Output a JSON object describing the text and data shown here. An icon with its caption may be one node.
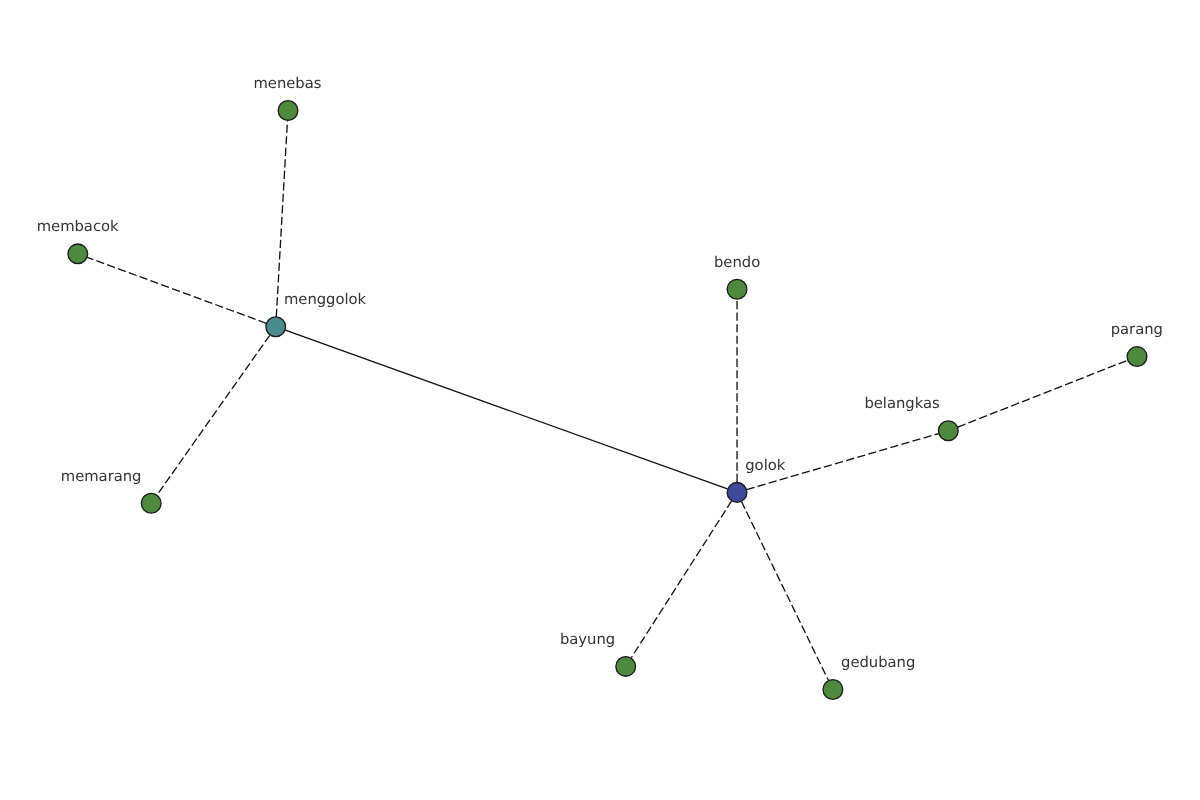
{
  "diagram": {
    "nodes": [
      {
        "text": [
          "bendo"
        ]
      },
      {
        "text": [
          "gedubang"
        ]
      },
      {
        "text": [
          "membacok"
        ]
      },
      {
        "text": [
          "golok"
        ]
      },
      {
        "text": [
          "belangkas"
        ]
      },
      {
        "text": [
          "parang"
        ]
      },
      {
        "text": [
          "menggolok"
        ]
      },
      {
        "text": [
          "bayung"
        ]
      },
      {
        "text": [
          "menebas"
        ]
      },
      {
        "text": [
          "memarang"
        ]
      }
    ],
    "edges": [
      {
        "from": 3,
        "to": 0,
        "arrow": "none",
        "style": "dashed"
      },
      {
        "from": 3,
        "to": 1,
        "arrow": "none",
        "style": "dashed"
      },
      {
        "from": 3,
        "to": 4,
        "arrow": "none",
        "style": "dashed"
      },
      {
        "from": 4,
        "to": 5,
        "arrow": "none",
        "style": "dashed"
      },
      {
        "from": 3,
        "to": 7,
        "arrow": "none",
        "style": "dashed"
      },
      {
        "from": 3,
        "to": 6,
        "arrow": "none"
      },
      {
        "from": 6,
        "to": 2,
        "arrow": "none",
        "style": "dashed"
      },
      {
        "from": 6,
        "to": 9,
        "arrow": "none",
        "style": "dashed"
      },
      {
        "from": 6,
        "to": 8,
        "arrow": "none",
        "style": "dashed"
      }
    ]
  }
}
